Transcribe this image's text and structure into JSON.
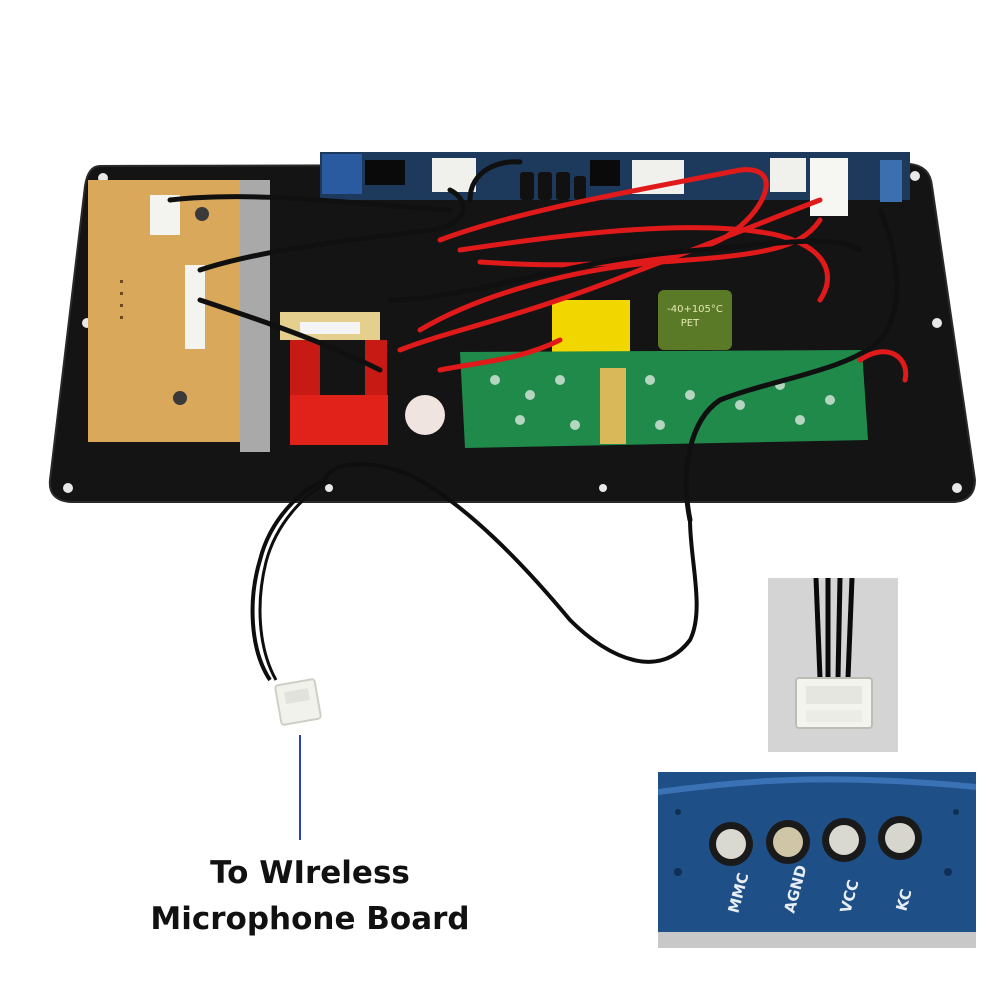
{
  "caption": {
    "line1": "To WIreless",
    "line2": "Microphone Board"
  },
  "capacitor_label": {
    "rating": "-40+105°C",
    "material": "PET"
  },
  "pin_labels": [
    "MMC",
    "AGND",
    "VCC",
    "KC"
  ],
  "colors": {
    "pointer_line": "#2b3fbf",
    "board_plate": "#141414",
    "pcb_green": "#1f8a4a",
    "pcb_blue": "#1e4f86",
    "panel_yellow": "#d9a85a",
    "wire_red": "#e01a1a",
    "wire_black": "#101010"
  }
}
